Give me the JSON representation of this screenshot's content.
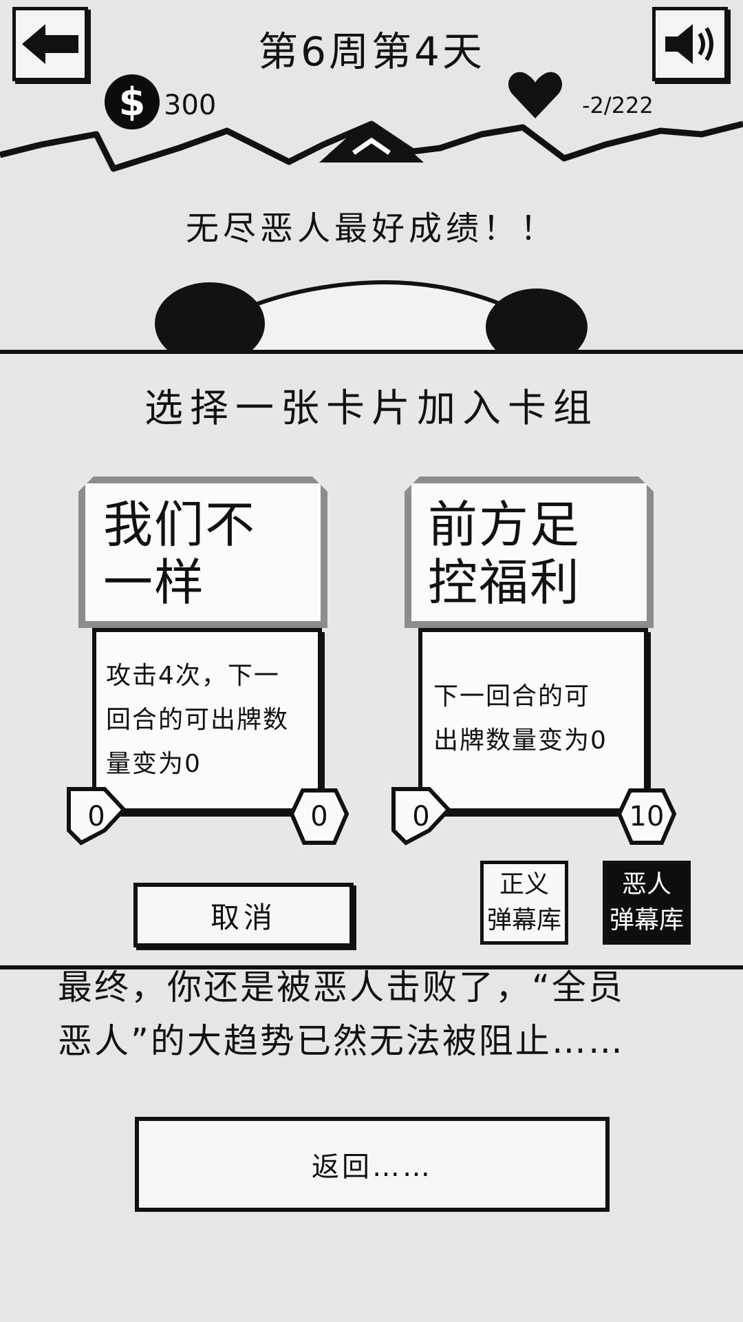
{
  "header": {
    "back_icon": "arrow-left-icon",
    "sound_icon": "speaker-icon",
    "day_title": "第6周第4天",
    "money_symbol": "$",
    "money": "300",
    "hp": "-2/222"
  },
  "scene": {
    "best_text": "无尽恶人最好成绩！！",
    "story_line1": "最终，你还是被恶人击败了，“全员",
    "story_line2": "恶人”的大趋势已然无法被阻止……",
    "return_label": "返回……"
  },
  "modal": {
    "title": "选择一张卡片加入卡组",
    "cards": [
      {
        "name_line1": "我们不",
        "name_line2": "一样",
        "desc_line1": "攻击4次，下一",
        "desc_line2": "回合的可出牌数",
        "desc_line3": "量变为0",
        "left_value": "0",
        "right_value": "0"
      },
      {
        "name_line1": "前方足",
        "name_line2": "控福利",
        "desc_line1": "下一回合的可",
        "desc_line2": "出牌数量变为0",
        "left_value": "0",
        "right_value": "10"
      }
    ],
    "cancel_label": "取消",
    "justice_label_1": "正义",
    "justice_label_2": "弹幕库",
    "villain_label_1": "恶人",
    "villain_label_2": "弹幕库"
  }
}
